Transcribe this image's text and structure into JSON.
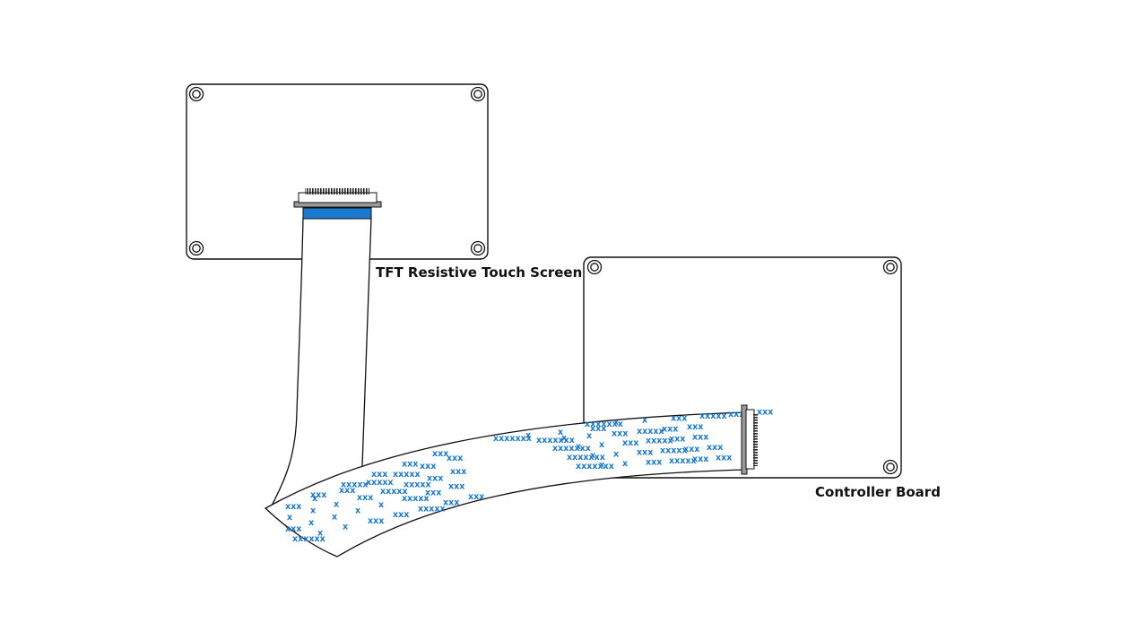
{
  "labels": {
    "screen": "TFT Resistive Touch Screen",
    "controller": "Controller Board"
  },
  "colors": {
    "outline": "#111111",
    "accent": "#1a7ad0",
    "cable_fill": "#ffffff"
  },
  "cable_marks": [
    "xxx",
    "xxxxx",
    "xxx",
    "xxx",
    "xxx",
    "xxx",
    "x",
    "xxx",
    "xxxxx",
    "xxxxx",
    "xxx",
    "xxx",
    "x",
    "x",
    "x",
    "xxx",
    "xxxxx",
    "xxxxx",
    "xxx",
    "xxx",
    "xxx",
    "x",
    "x",
    "x",
    "x",
    "xxxxx",
    "xxx",
    "xxx",
    "xxxxxx",
    "x",
    "x",
    "xxx",
    "xxx",
    "xxxxx",
    "xxx",
    "xxx",
    "xxxxxxx",
    "x",
    "x",
    "xxx",
    "xxxxxxx",
    "x",
    "x",
    "xxx",
    "xxxxx",
    "xxx",
    "xxx",
    "xxxxxxx",
    "x",
    "x",
    "xxx",
    "xxxxx",
    "xxx",
    "xxx",
    "xxxxxxx",
    "x",
    "x",
    "xxx",
    "xxxxx",
    "xxx",
    "xxx",
    "xxxxxxx",
    "x",
    "x",
    "xxx",
    "xxxxx",
    "xxx",
    "xxx",
    "xxxxxxx",
    "x",
    "x",
    "xxx",
    "xxxxx",
    "xxx",
    "xxx"
  ]
}
